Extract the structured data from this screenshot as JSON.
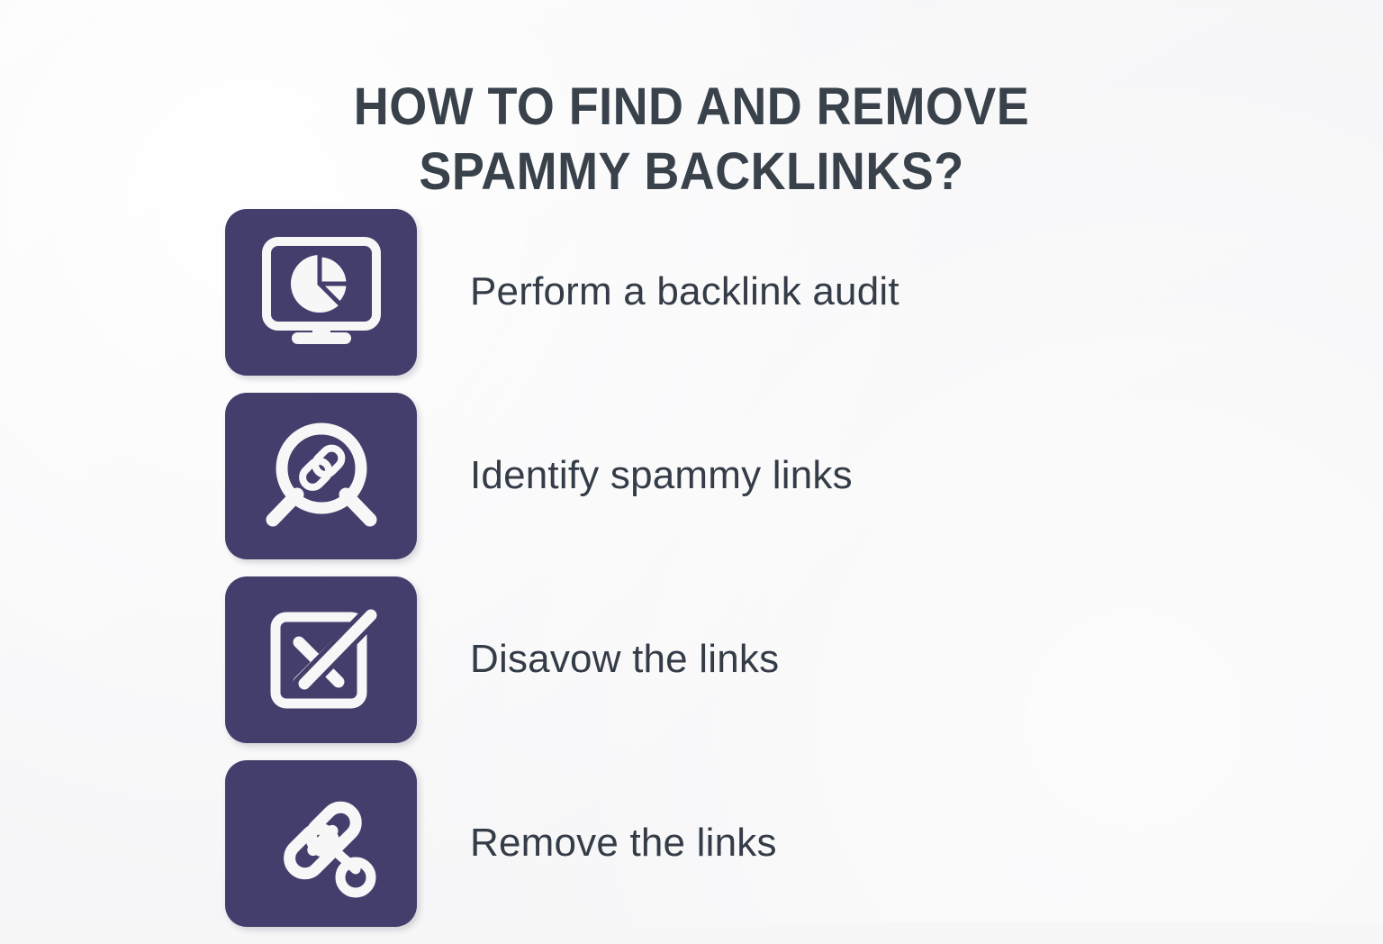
{
  "page": {
    "background_color": "#f7f7f8",
    "title_color": "#39414b",
    "tile_color": "#433e6b",
    "icon_color": "#f7f7f7",
    "label_color": "#343c47"
  },
  "title": {
    "line1": "HOW TO FIND AND REMOVE",
    "line2": "SPAMMY BACKLINKS?"
  },
  "steps": [
    {
      "label": "Perform a backlink audit",
      "icon": "monitor-pie-chart-icon"
    },
    {
      "label": "Identify spammy links",
      "icon": "magnifier-link-icon"
    },
    {
      "label": "Disavow the links",
      "icon": "crossed-out-box-icon"
    },
    {
      "label": "Remove the links",
      "icon": "cut-chain-link-icon"
    }
  ]
}
